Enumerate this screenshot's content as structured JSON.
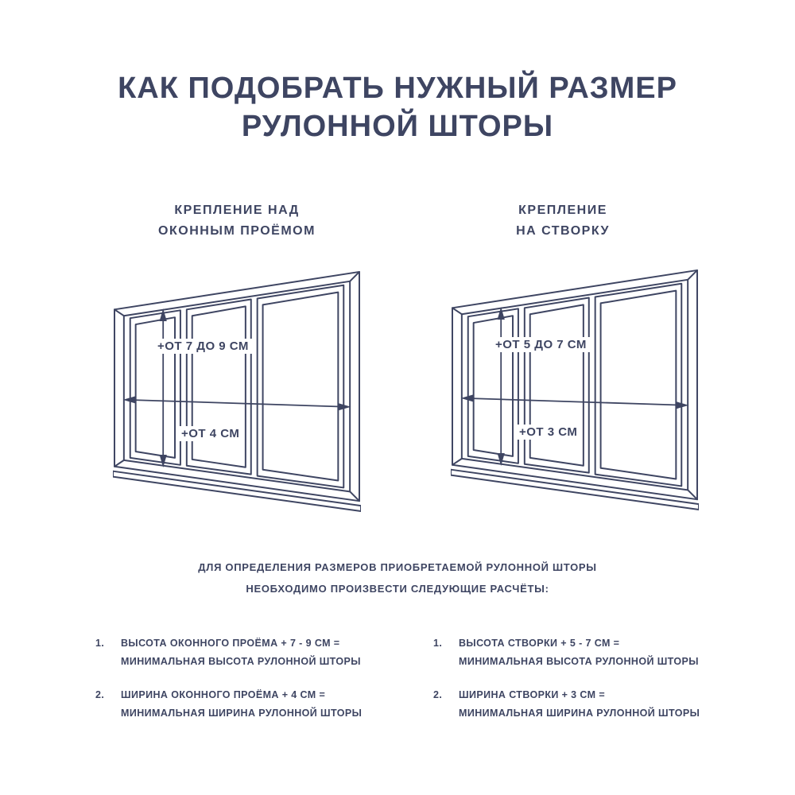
{
  "page": {
    "title_line1": "КАК ПОДОБРАТЬ НУЖНЫЙ РАЗМЕР",
    "title_line2": "РУЛОННОЙ ШТОРЫ"
  },
  "columns": {
    "left": {
      "subtitle_line1": "КРЕПЛЕНИЕ НАД",
      "subtitle_line2": "ОКОННЫМ ПРОЁМОМ",
      "height_label": "+ОТ 7 ДО 9 СМ",
      "width_label": "+ОТ 4 СМ"
    },
    "right": {
      "subtitle_line1": "КРЕПЛЕНИЕ",
      "subtitle_line2": "НА СТВОРКУ",
      "height_label": "+ОТ 5 ДО 7 СМ",
      "width_label": "+ОТ 3 СМ"
    }
  },
  "instructions": {
    "line1": "ДЛЯ ОПРЕДЕЛЕНИЯ РАЗМЕРОВ ПРИОБРЕТАЕМОЙ РУЛОННОЙ ШТОРЫ",
    "line2": "НЕОБХОДИМО ПРОИЗВЕСТИ СЛЕДУЮЩИЕ РАСЧЁТЫ:"
  },
  "calculations": {
    "left": [
      {
        "num": "1.",
        "line1": "ВЫСОТА ОКОННОГО ПРОЁМА + 7 - 9 СМ =",
        "line2": "МИНИМАЛЬНАЯ ВЫСОТА РУЛОННОЙ ШТОРЫ"
      },
      {
        "num": "2.",
        "line1": "ШИРИНА ОКОННОГО ПРОЁМА + 4 СМ =",
        "line2": "МИНИМАЛЬНАЯ ШИРИНА РУЛОННОЙ ШТОРЫ"
      }
    ],
    "right": [
      {
        "num": "1.",
        "line1": "ВЫСОТА СТВОРКИ + 5 - 7 СМ =",
        "line2": "МИНИМАЛЬНАЯ ВЫСОТА РУЛОННОЙ ШТОРЫ"
      },
      {
        "num": "2.",
        "line1": "ШИРИНА СТВОРКИ + 3 СМ =",
        "line2": "МИНИМАЛЬНАЯ ШИРИНА РУЛОННОЙ ШТОРЫ"
      }
    ]
  },
  "colors": {
    "ink": "#3e4562",
    "background": "#ffffff"
  }
}
